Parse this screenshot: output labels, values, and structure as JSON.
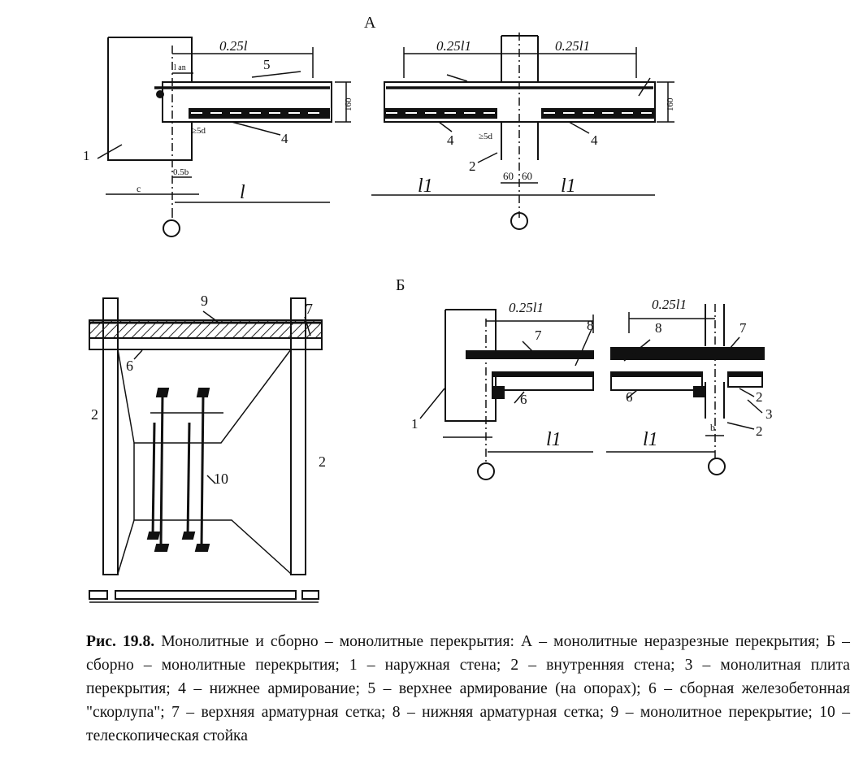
{
  "figure": {
    "section_a": {
      "letter": "А",
      "left": {
        "top_dim": "0.25l",
        "lan": "l an",
        "thickness": "160",
        "sd": "≥5d",
        "b05": "0.5b",
        "c": "c",
        "span": "l",
        "callouts": {
          "wall": "1",
          "bottom_rebar": "4",
          "top_rebar": "5"
        }
      },
      "right": {
        "dim_left": "0.25l1",
        "dim_right": "0.25l1",
        "thickness": "160",
        "sd": "≥5d",
        "d60a": "60",
        "d60b": "60",
        "span_left": "l1",
        "span_right": "l1",
        "callouts": {
          "bottom_rebar_left": "4",
          "bottom_rebar_right": "4",
          "inner_wall": "2"
        }
      }
    },
    "section_b": {
      "letter": "Б",
      "left": {
        "dim": "0.25l1",
        "span": "l1",
        "callouts": {
          "wall": "1",
          "shell": "6",
          "top_mesh": "7",
          "bottom_mesh": "8"
        }
      },
      "right": {
        "dim": "0.25l1",
        "span": "l1",
        "b": "b",
        "callouts": {
          "shell": "6",
          "top_mesh": "7",
          "bottom_mesh": "8",
          "wall_a": "2",
          "slab": "3",
          "wall_b": "2"
        }
      }
    },
    "perspective": {
      "callouts": {
        "slab": "9",
        "top_mesh": "7",
        "shell": "6",
        "wall_left": "2",
        "wall_right": "2",
        "props": "10"
      }
    }
  },
  "caption": {
    "label": "Рис. 19.8.",
    "text": "Монолитные и сборно – монолитные перекрытия: А – монолитные неразрезные перекрытия; Б – сборно – монолитные перекрытия; 1 – наружная стена; 2 – внутренняя стена; 3 – монолитная плита перекрытия; 4 – нижнее армирование; 5 – верхнее армирование (на опорах); 6 – сборная железобетонная \"скорлупа\"; 7 – верхняя арматурная сетка; 8 – нижняя арматурная сетка; 9 – монолитное перекрытие; 10 – телескопическая стойка"
  }
}
